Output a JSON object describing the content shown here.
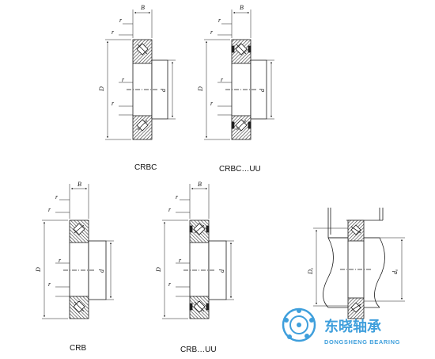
{
  "diagrams": [
    {
      "caption": "CRBC",
      "dims": {
        "B": "B",
        "r1": "r",
        "r2": "r",
        "r3": "r",
        "r4": "r",
        "D": "D",
        "d": "d"
      }
    },
    {
      "caption": "CRBC…UU",
      "dims": {
        "B": "B",
        "r1": "r",
        "r2": "r",
        "r3": "r",
        "r4": "r",
        "D": "D",
        "d": "d"
      }
    },
    {
      "caption": "CRB",
      "dims": {
        "B": "B",
        "r1": "r",
        "r2": "r",
        "r3": "r",
        "r4": "r",
        "D": "D",
        "d": "d"
      }
    },
    {
      "caption": "CRB…UU",
      "dims": {
        "B": "B",
        "r1": "r",
        "r2": "r",
        "r3": "r",
        "r4": "r",
        "D": "D",
        "d": "d"
      }
    }
  ],
  "mounting": {
    "Da": "Dₐ",
    "da": "dₐ"
  },
  "watermark": {
    "brand_cn": "东晓轴承",
    "brand_en": "DONGSHENG BEARING"
  },
  "colors": {
    "line": "#1a1a1a",
    "hatch": "#555555",
    "watermark": "#1e8fd6"
  }
}
